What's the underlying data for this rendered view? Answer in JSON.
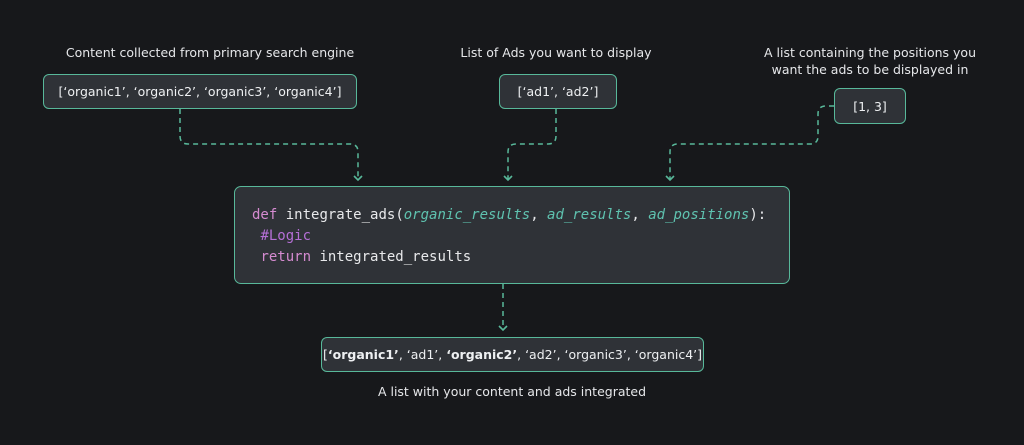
{
  "labels": {
    "primary": "Content collected from primary search engine",
    "ads": "List of Ads you want to display",
    "positions_line1": "A list containing the positions you",
    "positions_line2": "want the ads to be displayed in",
    "output": "A list with your content and ads integrated"
  },
  "boxes": {
    "organic": "[‘organic1’, ‘organic2’, ‘organic3’, ‘organic4’]",
    "ads": "[‘ad1’, ‘ad2’]",
    "positions": "[1, 3]"
  },
  "code": {
    "def_kw": "def",
    "fn_name": "integrate_ads",
    "open_paren": "(",
    "param1": "organic_results",
    "comma1": ", ",
    "param2": "ad_results",
    "comma2": ", ",
    "param3": "ad_positions",
    "close": "):",
    "comment": "#Logic",
    "return_kw": "return",
    "return_val": "integrated_results"
  },
  "result": {
    "open": "[",
    "item1": "‘organic1’",
    "sep1": ", ‘ad1’, ",
    "item2": "‘organic2’",
    "rest": ", ‘ad2’, ‘organic3’, ‘organic4’]"
  },
  "colors": {
    "background": "#17181b",
    "box_fill": "#2f3237",
    "accent_border": "#58b89a",
    "keyword": "#d58bd0",
    "param": "#5fc3b0",
    "comment": "#b56fd6"
  }
}
